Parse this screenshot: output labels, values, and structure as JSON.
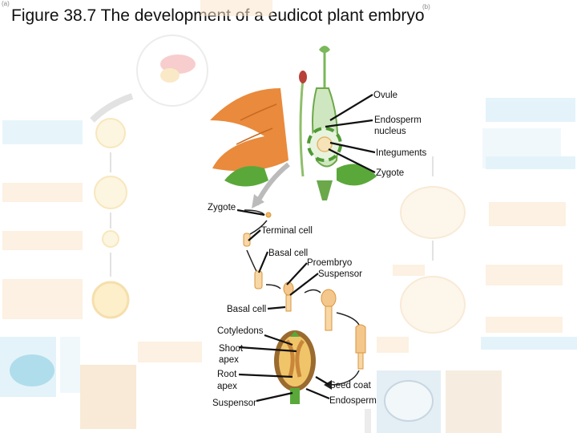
{
  "title": "Figure 38.7 The development of a eudicot plant embryo",
  "panel_markers": {
    "a": "(a)",
    "b": "(b)"
  },
  "labels": {
    "ovule": "Ovule",
    "endosperm_nucleus_1": "Endosperm",
    "endosperm_nucleus_2": "nucleus",
    "integuments": "Integuments",
    "zygote_top": "Zygote",
    "zygote_left": "Zygote",
    "terminal_cell": "Terminal cell",
    "basal_cell_1": "Basal cell",
    "proembryo": "Proembryo",
    "suspensor_1": "Suspensor",
    "basal_cell_2": "Basal cell",
    "cotyledons": "Cotyledons",
    "shoot_apex_1": "Shoot",
    "shoot_apex_2": "apex",
    "root_apex_1": "Root",
    "root_apex_2": "apex",
    "suspensor_2": "Suspensor",
    "seed_coat": "Seed coat",
    "endosperm": "Endosperm"
  },
  "colors": {
    "petal": "#e98a3c",
    "leaf": "#5aa83a",
    "seed_coat": "#9a6a2f",
    "endosperm": "#f0c56a",
    "faded_blue": "#cfeaf6",
    "faded_orange": "#fbe6cc",
    "pointer": "#111111"
  }
}
